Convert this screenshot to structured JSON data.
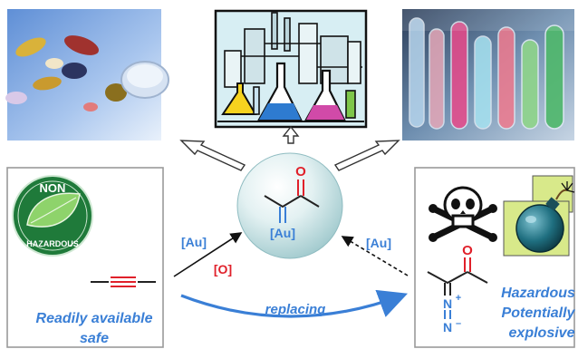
{
  "colors": {
    "blue": "#3a7fd6",
    "red": "#e0202a",
    "green_badge": "#1f7a3a",
    "sphere": "#cfe6e8",
    "box_border": "#9a9a9a",
    "bomb_bg": "#d8e98a"
  },
  "images": {
    "left": "pills-photo",
    "center": "chemical-plant-clipart",
    "right": "test-tubes-photo"
  },
  "badge": {
    "top": "NON",
    "bottom": "HAZARDOUS"
  },
  "center": {
    "oxygen": "O",
    "catalyst": "[Au]"
  },
  "left_box": {
    "line1": "Readily available",
    "line2": "safe"
  },
  "right_box": {
    "line1": "Hazardous",
    "line2": "Potentially",
    "line3": "explosive",
    "oxygen": "O",
    "plus": "+",
    "minus": "–",
    "n_top": "N",
    "n_bottom": "N"
  },
  "arrows": {
    "left_catalyst": "[Au]",
    "left_oxidant": "[O]",
    "right_catalyst": "[Au]",
    "replacing": "replacing"
  },
  "icons": {
    "danger": "skull-crossbones-icon",
    "bomb": "bomb-icon"
  }
}
